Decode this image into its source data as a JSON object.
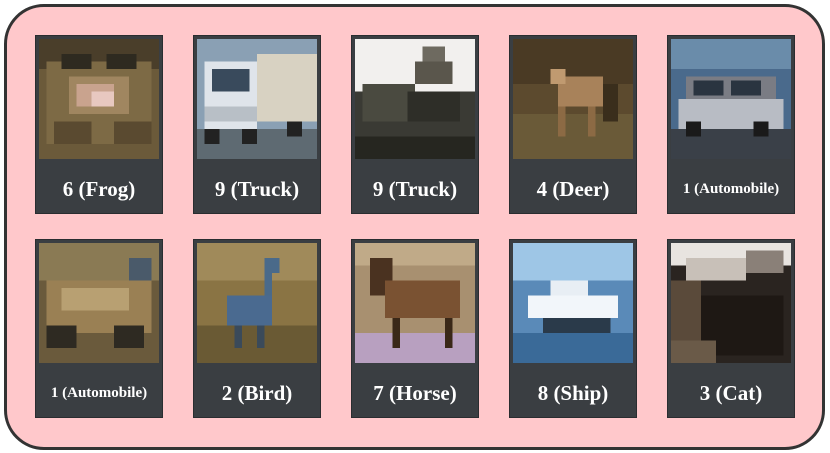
{
  "grid": {
    "rows": [
      [
        {
          "label": "6 (Frog)",
          "subject": "frog"
        },
        {
          "label": "9 (Truck)",
          "subject": "truck"
        },
        {
          "label": "9 (Truck)",
          "subject": "dump-truck"
        },
        {
          "label": "4 (Deer)",
          "subject": "deer"
        },
        {
          "label": "1 (Automobile)",
          "subject": "car"
        }
      ],
      [
        {
          "label": "1 (Automobile)",
          "subject": "car-2"
        },
        {
          "label": "2 (Bird)",
          "subject": "bird"
        },
        {
          "label": "7 (Horse)",
          "subject": "horse"
        },
        {
          "label": "8 (Ship)",
          "subject": "ship"
        },
        {
          "label": "3 (Cat)",
          "subject": "cat"
        }
      ]
    ]
  },
  "colors": {
    "panel_background": "#ffc8cb",
    "panel_border": "#333333",
    "tile_background": "#3a3e42",
    "caption_text": "#ffffff"
  }
}
